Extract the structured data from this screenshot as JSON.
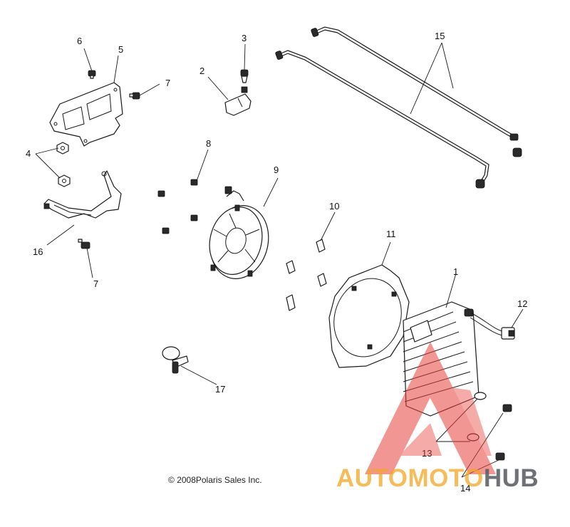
{
  "diagram": {
    "copyright_symbol": "©",
    "copyright_text": "2008Polaris Sales Inc.",
    "callouts": [
      "6",
      "5",
      "7",
      "3",
      "2",
      "15",
      "4",
      "8",
      "9",
      "16",
      "10",
      "11",
      "1",
      "12",
      "7",
      "17",
      "13",
      "14"
    ],
    "watermark": {
      "part1": "AUTOMOTO",
      "part2": "HUB",
      "accent": "#f5a623",
      "triangle": "#e8413c",
      "gray": "#555a60"
    }
  }
}
